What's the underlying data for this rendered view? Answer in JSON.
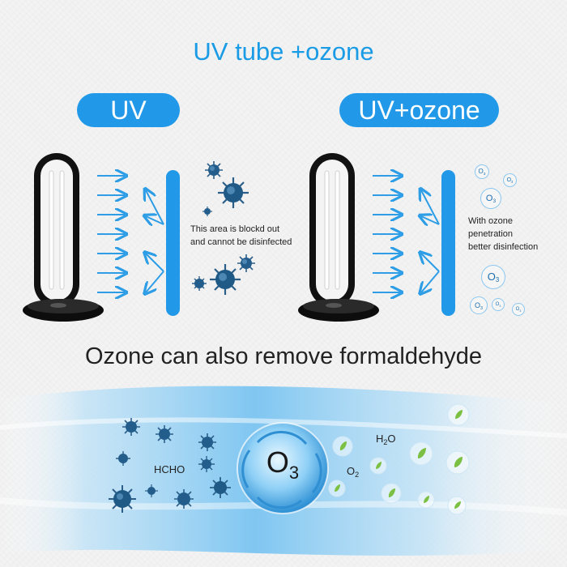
{
  "title": "UV tube +ozone",
  "left_panel": {
    "label": "UV",
    "note_line1": "This area is blockd out",
    "note_line2": "and cannot be disinfected"
  },
  "right_panel": {
    "label": "UV+ozone",
    "note_line1": "With ozone",
    "note_line2": "penetration",
    "note_line3": "better disinfection"
  },
  "headline": "Ozone can also remove formaldehyde",
  "molecules": {
    "o3_main": "O",
    "o3_sub": "3",
    "hcho": "HCHO",
    "h2o_main": "H",
    "h2o_sub": "2",
    "h2o_end": "O",
    "o2_main": "O",
    "o2_sub": "2"
  },
  "colors": {
    "accent": "#2299e8",
    "virus": "#1f5a86",
    "leaf": "#7cc043"
  }
}
